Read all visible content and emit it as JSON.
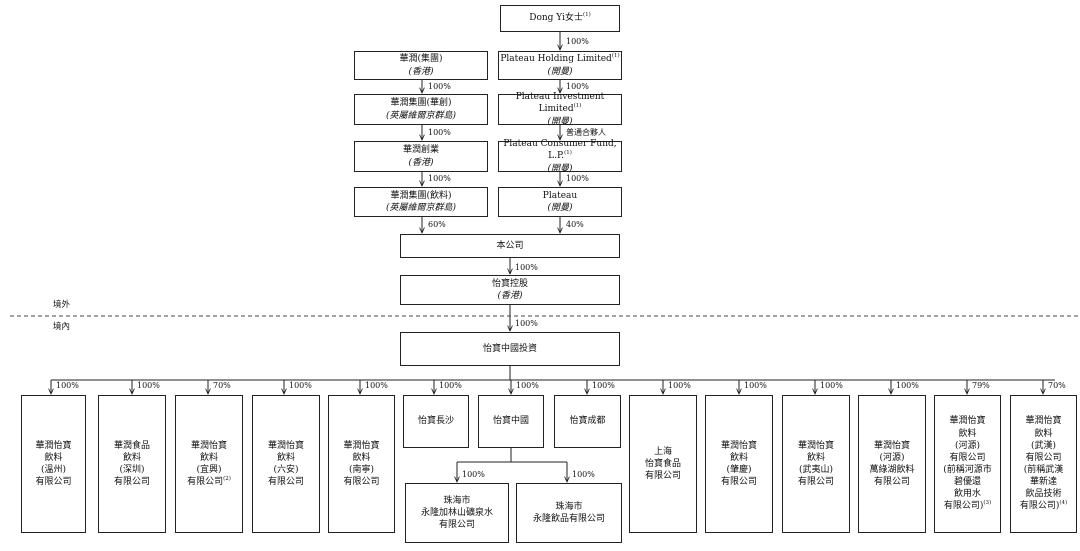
{
  "owners": {
    "dongyi": {
      "name": "Dong Yi女士",
      "note": "(1)"
    },
    "ph": {
      "name": "Plateau Holding Limited",
      "note": "(1)",
      "place": "(開曼)"
    },
    "pi": {
      "name": "Plateau Investment Limited",
      "note": "(1)",
      "place": "(開曼)"
    },
    "pcf": {
      "name": "Plateau Consumer Fund, L.P.",
      "note": "(1)",
      "place": "(開曼)"
    },
    "plateau": {
      "name": "Plateau",
      "place": "(開曼)"
    },
    "cr1": {
      "name": "華潤(集團)",
      "place": "(香港)"
    },
    "cr2": {
      "name": "華潤集團(華創)",
      "place": "(英屬維爾京群島)"
    },
    "cr3": {
      "name": "華潤創業",
      "place": "(香港)"
    },
    "cr4": {
      "name": "華潤集團(飲料)",
      "place": "(英屬維爾京群島)"
    }
  },
  "company": {
    "name": "本公司"
  },
  "holdco": {
    "name": "怡寶控股",
    "place": "(香港)"
  },
  "china_inv": {
    "name": "怡寶中國投資"
  },
  "regions": {
    "offshore": "境外",
    "onshore": "境內"
  },
  "pcts": {
    "dy_ph": "100%",
    "ph_pi": "100%",
    "pi_pcf": "普通合夥人",
    "pcf_plateau": "100%",
    "cr1_cr2": "100%",
    "cr2_cr3": "100%",
    "cr3_cr4": "100%",
    "cr4_co": "60%",
    "plateau_co": "40%",
    "co_hold": "100%",
    "hold_inv": "100%",
    "yb_zh1": "100%",
    "yb_zh2": "100%"
  },
  "subs": [
    {
      "name": "華潤怡寶\n飲料\n(溫州)\n有限公司",
      "pct": "100%"
    },
    {
      "name": "華潤食品\n飲料\n(深圳)\n有限公司",
      "pct": "100%"
    },
    {
      "name": "華潤怡寶\n飲料\n(宜興)\n有限公司",
      "note": "(2)",
      "pct": "70%"
    },
    {
      "name": "華潤怡寶\n飲料\n(六安)\n有限公司",
      "pct": "100%"
    },
    {
      "name": "華潤怡寶\n飲料\n(南寧)\n有限公司",
      "pct": "100%"
    },
    {
      "name": "怡寶長沙",
      "pct": "100%"
    },
    {
      "name": "怡寶中國",
      "pct": "100%"
    },
    {
      "name": "怡寶成都",
      "pct": "100%"
    },
    {
      "name": "上海\n怡寶食品\n有限公司",
      "pct": "100%"
    },
    {
      "name": "華潤怡寶\n飲料\n(肇慶)\n有限公司",
      "pct": "100%"
    },
    {
      "name": "華潤怡寶\n飲料\n(武夷山)\n有限公司",
      "pct": "100%"
    },
    {
      "name": "華潤怡寶\n(河源)\n萬綠湖飲料\n有限公司",
      "pct": "100%"
    },
    {
      "name": "華潤怡寶\n飲料\n(河源)\n有限公司\n(前稱河源市\n碧優還\n飲用水\n有限公司)",
      "note": "(3)",
      "pct": "79%"
    },
    {
      "name": "華潤怡寶\n飲料\n(武漢)\n有限公司\n(前稱武漢\n華新達\n飲品技術\n有限公司)",
      "note": "(4)",
      "pct": "70%"
    }
  ],
  "zhuhai": [
    {
      "name": "珠海市\n永隆加林山礦泉水\n有限公司"
    },
    {
      "name": "珠海市\n永隆飲品有限公司"
    }
  ]
}
